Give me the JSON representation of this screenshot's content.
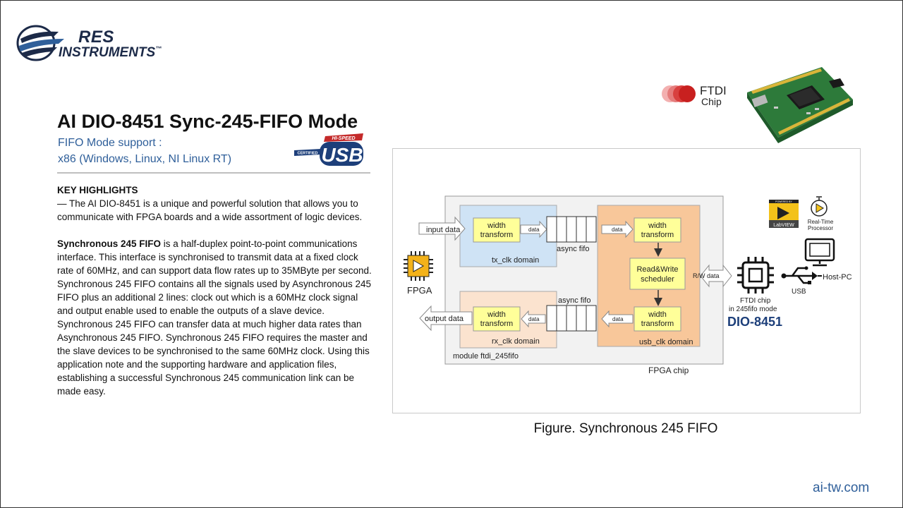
{
  "brand": {
    "logo_line1": "RES",
    "logo_line2": "INSTRUMENTS",
    "trademark": "™"
  },
  "header": {
    "title": "AI DIO-8451 Sync-245-FIFO Mode",
    "subtitle_line1": "FIFO Mode support :",
    "subtitle_line2": "x86 (Windows, Linux, NI Linux RT)"
  },
  "usb_badge": {
    "top": "HI-SPEED",
    "side": "CERTIFIED",
    "main": "USB"
  },
  "ftdi_badge": {
    "line1": "FTDI",
    "line2": "Chip"
  },
  "highlights": {
    "heading": "KEY HIGHLIGHTS",
    "intro": "— The AI DIO-8451 is a unique and powerful solution that allows you to communicate with FPGA boards and a wide assortment of logic devices.",
    "sync_bold": "Synchronous 245 FIFO",
    "sync_text": " is a half-duplex point-to-point communications interface. This interface is synchronised to transmit data at a fixed clock rate of 60MHz, and can support data flow rates up to 35MByte per second. Synchronous 245 FIFO contains all the signals used by Asynchronous 245 FIFO plus an additional 2 lines: clock out which is a 60MHz clock signal and output enable used to enable the outputs of a slave device. Synchronous 245 FIFO can transfer data at much higher data rates than Asynchronous 245 FIFO. Synchronous 245 FIFO requires the master and the slave devices to be synchronised to the same 60MHz clock. Using this application note and the supporting hardware and application files, establishing a successful Synchronous 245 communication link can be made easy."
  },
  "diagram": {
    "input_data": "input data",
    "output_data": "output data",
    "width_transform_1": "width",
    "width_transform_2": "transform",
    "data": "data",
    "async_fifo": "async fifo",
    "tx_clk_domain": "tx_clk domain",
    "rx_clk_domain": "rx_clk domain",
    "usb_clk_domain": "usb_clk domain",
    "read_write_1": "Read&Write",
    "read_write_2": "scheduler",
    "rw_data": "R/W data",
    "module_label": "module  ftdi_245fifo",
    "fpga_chip": "FPGA chip",
    "fpga": "FPGA",
    "ftdi_chip_1": "FTDI chip",
    "ftdi_chip_2": "in 245fifo mode",
    "dio": "DIO-8451",
    "usb": "USB",
    "host_pc": "Host-PC",
    "labview_top": "POWERED BY",
    "labview": "LabVIEW",
    "rt_1": "Real-Time",
    "rt_2": "Processor"
  },
  "caption": "Figure. Synchronous 245 FIFO",
  "footer": "ai-tw.com",
  "colors": {
    "accent_blue": "#2f5f9a",
    "tx_domain": "#cfe3f5",
    "rx_domain": "#fbe3cf",
    "usb_domain": "#f8c79a",
    "transform_box": "#ffff99",
    "module_bg": "#f2f2f2"
  }
}
